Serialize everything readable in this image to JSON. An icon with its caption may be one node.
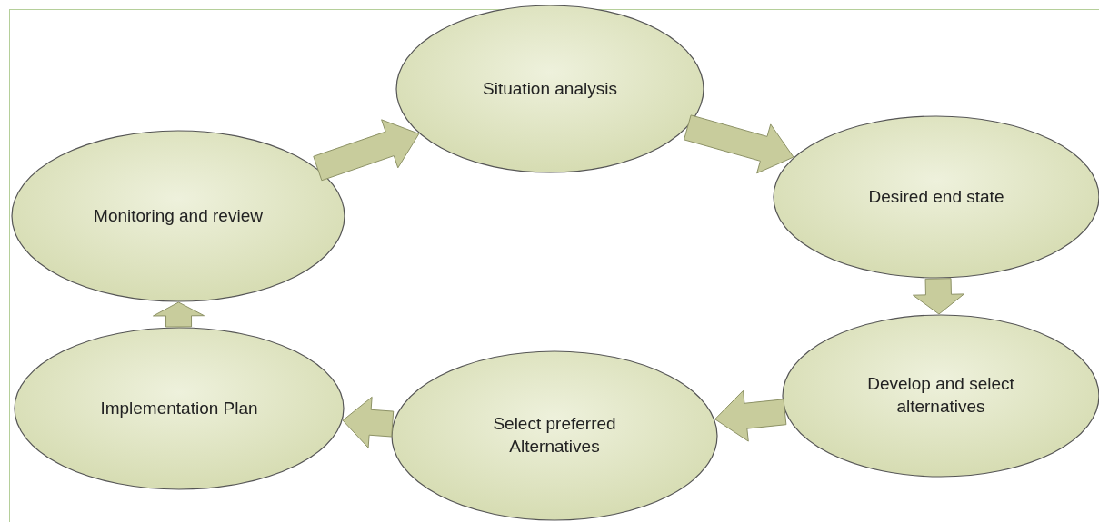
{
  "diagram": {
    "nodes": [
      {
        "text": [
          "Situation analysis"
        ]
      },
      {
        "text": [
          "Desired end state"
        ]
      },
      {
        "text": [
          "Develop and select alternatives"
        ]
      },
      {
        "text": [
          "Select preferred Alternatives"
        ]
      },
      {
        "text": [
          "Implementation Plan"
        ]
      },
      {
        "text": [
          "Monitoring and review"
        ]
      }
    ],
    "edges": [
      {
        "from": 5,
        "to": 0,
        "arrow": "to"
      },
      {
        "from": 0,
        "to": 1,
        "arrow": "to"
      },
      {
        "from": 1,
        "to": 2,
        "arrow": "to"
      },
      {
        "from": 2,
        "to": 3,
        "arrow": "to"
      },
      {
        "from": 3,
        "to": 4,
        "arrow": "to"
      },
      {
        "from": 4,
        "to": 5,
        "arrow": "to"
      }
    ]
  }
}
